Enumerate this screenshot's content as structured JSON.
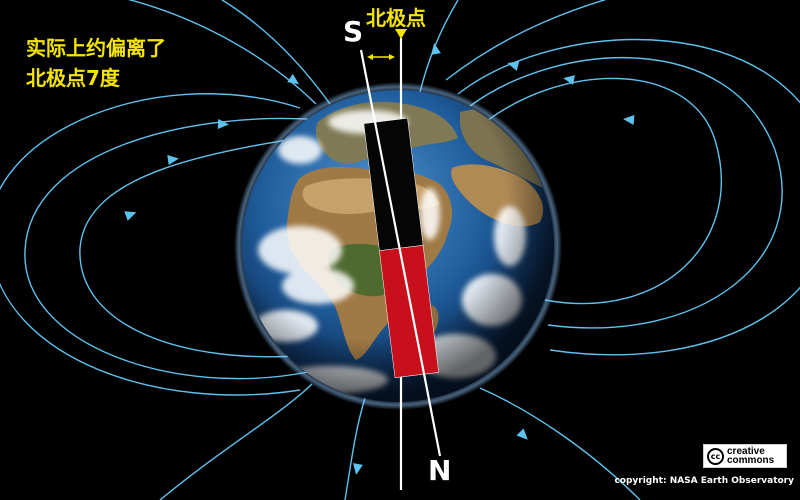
{
  "annotation": {
    "line1": "实际上约偏离了",
    "line2": "北极点7度"
  },
  "geographic_north_label": "北极点",
  "magnet": {
    "south_label": "S",
    "north_label": "N",
    "colors": {
      "south_half": "#050505",
      "north_half": "#c8101c"
    }
  },
  "license": {
    "badge_symbol": "cc",
    "line1": "creative",
    "line2": "commons"
  },
  "credit": "copyright: NASA Earth Observatory",
  "colors": {
    "background": "#000000",
    "text_highlight": "#f4e500",
    "field_lines": "#5ec2ef",
    "earth_ocean": "#1f5c9c",
    "axis_lines": "#ffffff"
  }
}
